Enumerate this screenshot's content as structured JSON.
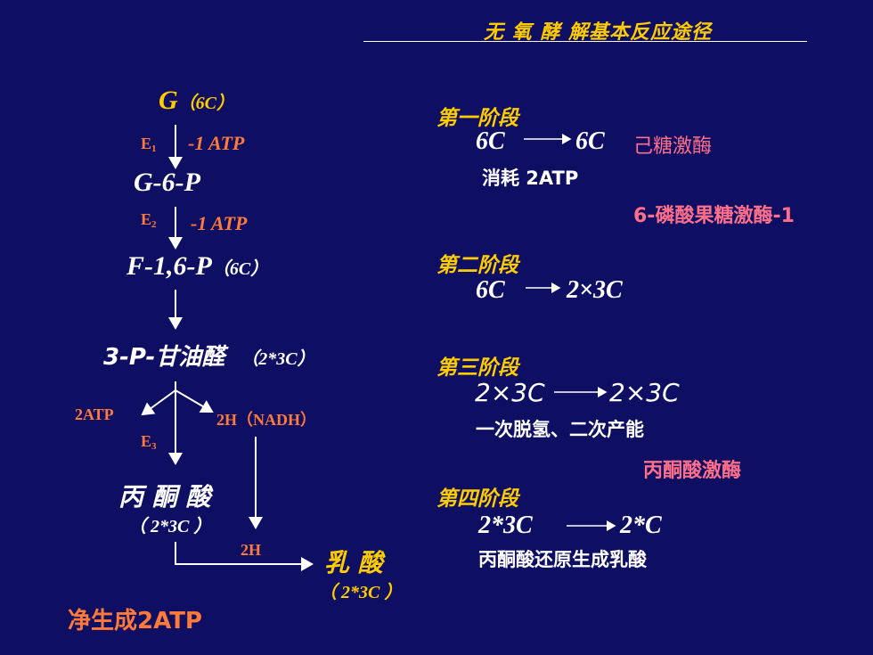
{
  "title": "无 氧 酵 解基本反应途径",
  "pathway": {
    "glucose": {
      "name": "G",
      "carbons": "（6C）"
    },
    "e1": {
      "enzyme": "E",
      "sub": "1",
      "atp": "-1 ATP"
    },
    "g6p": {
      "name": "G-6-P"
    },
    "e2": {
      "enzyme": "E",
      "sub": "2",
      "atp": "-1 ATP"
    },
    "f16p": {
      "name": "F-1,6-P",
      "carbons": "（6C）"
    },
    "g3p": {
      "name": "3-P-甘油醛",
      "carbons": "（2*3C）"
    },
    "atp2": "2ATP",
    "nadh": "2H（NADH）",
    "e3": {
      "enzyme": "E",
      "sub": "3"
    },
    "pyruvate": {
      "name": "丙 酮 酸",
      "carbons": "（ 2*3C ）"
    },
    "h2": "2H",
    "lactate": {
      "name": "乳  酸",
      "carbons": "（ 2*3C ）"
    },
    "net": "净生成2ATP"
  },
  "stages": {
    "s1": {
      "label": "第一阶段",
      "from": "6C",
      "to": "6C",
      "note": "消耗 2ATP",
      "enzyme_a": "己糖激酶",
      "enzyme_b": "6-磷酸果糖激酶-1"
    },
    "s2": {
      "label": "第二阶段",
      "from": "6C",
      "to": "2×3C"
    },
    "s3": {
      "label": "第三阶段",
      "from": "2×3C",
      "to": "2×3C",
      "note": "一次脱氢、二次产能",
      "enzyme": "丙酮酸激酶"
    },
    "s4": {
      "label": "第四阶段",
      "from": "2*3C",
      "to": "2*C",
      "note": "丙酮酸还原生成乳酸"
    }
  },
  "colors": {
    "background": "#0e0f63",
    "gold": "#ffcc00",
    "orange": "#ff7a3a",
    "pink": "#ff6f8a",
    "white": "#ffffff"
  }
}
